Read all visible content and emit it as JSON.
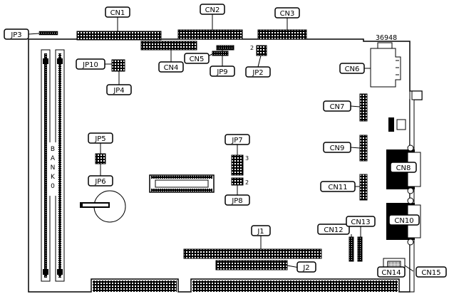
{
  "board": {
    "serial": "36948",
    "bank_letters": [
      "B",
      "A",
      "N",
      "K",
      "0"
    ]
  },
  "labels": {
    "cn1": "CN1",
    "cn2": "CN2",
    "cn3": "CN3",
    "cn4": "CN4",
    "cn5": "CN5",
    "cn6": "CN6",
    "cn7": "CN7",
    "cn8": "CN8",
    "cn9": "CN9",
    "cn10": "CN10",
    "cn11": "CN11",
    "cn12": "CN12",
    "cn13": "CN13",
    "cn14": "CN14",
    "cn15": "CN15",
    "jp2": "JP2",
    "jp3": "JP3",
    "jp4": "JP4",
    "jp5": "JP5",
    "jp6": "JP6",
    "jp7": "JP7",
    "jp8": "JP8",
    "jp9": "JP9",
    "jp10": "JP10",
    "j1": "J1",
    "j2": "J2"
  },
  "pin_marks": {
    "jp2_pin": "2",
    "jp7_pin3": "3",
    "jp7_pin2": "2"
  }
}
